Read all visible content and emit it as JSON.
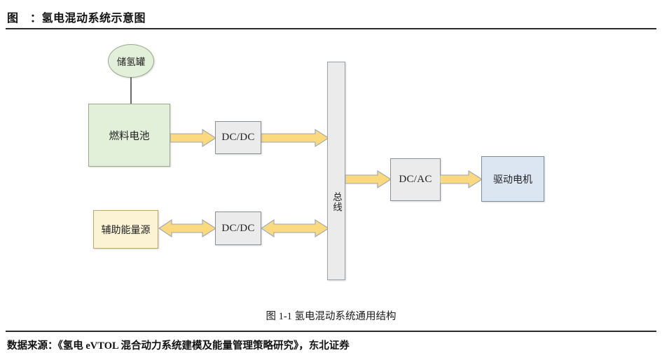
{
  "header": {
    "title": "图　：氢电混动系统示意图"
  },
  "footer": {
    "source": "数据来源：《氢电 eVTOL 混合动力系统建模及能量管理策略研究》，东北证券"
  },
  "figure": {
    "caption": "图 1-1 氢电混动系统通用结构"
  },
  "diagram": {
    "nodes": {
      "hydrogen_tank": "储氢罐",
      "fuel_cell": "燃料电池",
      "dcdc_top": "DC/DC",
      "aux_energy_source": "辅助能量源",
      "dcdc_bottom": "DC/DC",
      "bus": "总线",
      "dcac": "DC/AC",
      "drive_motor": "驱动电机"
    },
    "connections": [
      {
        "from": "储氢罐",
        "to": "燃料电池",
        "style": "line"
      },
      {
        "from": "燃料电池",
        "to": "DC/DC",
        "style": "arrow-right"
      },
      {
        "from": "DC/DC",
        "to": "总线",
        "style": "arrow-right"
      },
      {
        "from": "辅助能量源",
        "to": "DC/DC",
        "style": "arrow-bidirectional"
      },
      {
        "from": "DC/DC",
        "to": "总线",
        "style": "arrow-bidirectional"
      },
      {
        "from": "总线",
        "to": "DC/AC",
        "style": "arrow-right"
      },
      {
        "from": "DC/AC",
        "to": "驱动电机",
        "style": "arrow-right"
      }
    ],
    "colors": {
      "arrow_fill": "#fbd97f",
      "arrow_stroke": "#9aa6b5",
      "green_node": "#e2efd9",
      "gray_node": "#ebebeb",
      "cream_node": "#fcf2d4",
      "blue_node": "#dce6f2",
      "rule": "#2b2b2b"
    }
  }
}
